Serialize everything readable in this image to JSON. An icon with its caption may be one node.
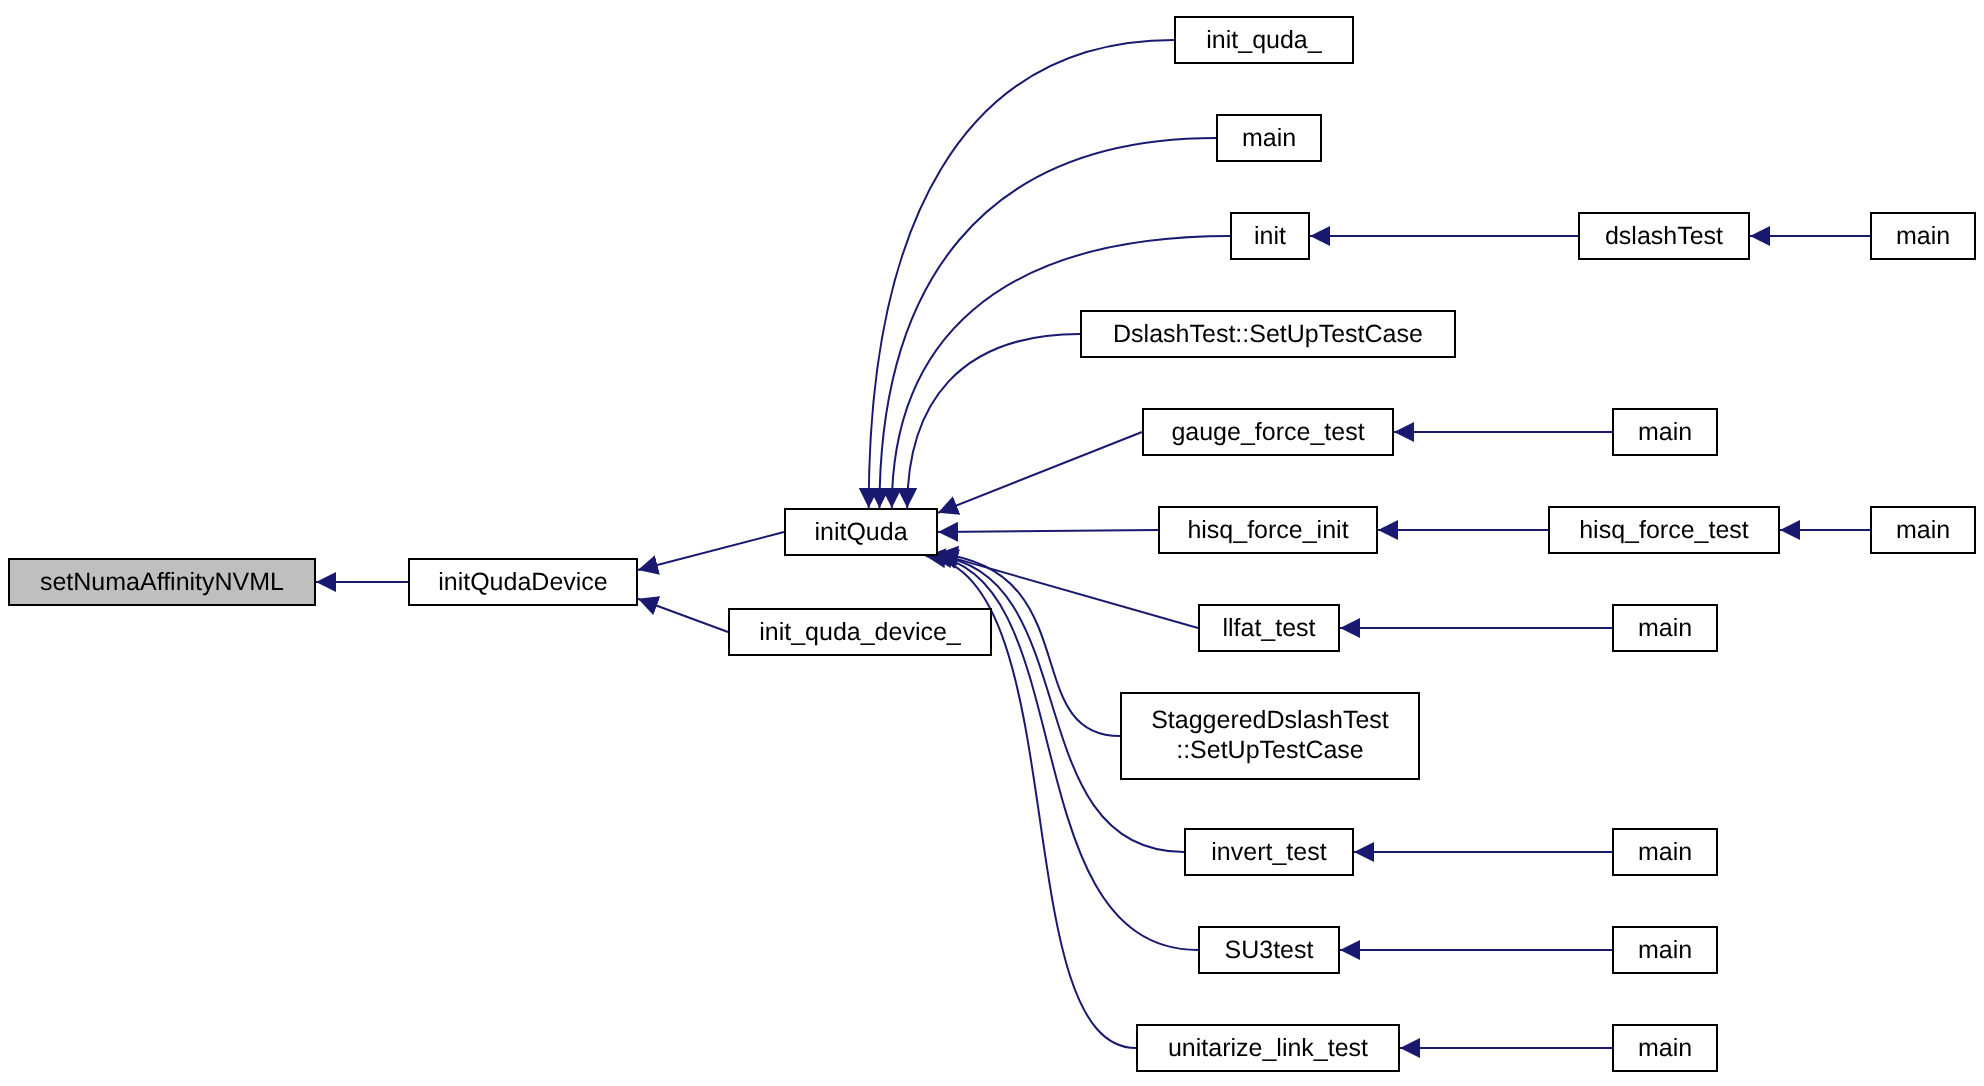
{
  "diagram": {
    "nodes": [
      {
        "text": [
          "setNumaAffinityNVML"
        ]
      },
      {
        "text": [
          "initQudaDevice"
        ]
      },
      {
        "text": [
          "initQuda"
        ]
      },
      {
        "text": [
          "init_quda_device_"
        ]
      },
      {
        "text": [
          "init_quda_"
        ]
      },
      {
        "text": [
          "main"
        ]
      },
      {
        "text": [
          "init"
        ]
      },
      {
        "text": [
          "dslashTest"
        ]
      },
      {
        "text": [
          "main"
        ]
      },
      {
        "text": [
          "DslashTest::SetUpTestCase"
        ]
      },
      {
        "text": [
          "gauge_force_test"
        ]
      },
      {
        "text": [
          "main"
        ]
      },
      {
        "text": [
          "hisq_force_init"
        ]
      },
      {
        "text": [
          "hisq_force_test"
        ]
      },
      {
        "text": [
          "main"
        ]
      },
      {
        "text": [
          "llfat_test"
        ]
      },
      {
        "text": [
          "main"
        ]
      },
      {
        "text": [
          "StaggeredDslashTest ::SetUpTestCase"
        ]
      },
      {
        "text": [
          "invert_test"
        ]
      },
      {
        "text": [
          "main"
        ]
      },
      {
        "text": [
          "SU3test"
        ]
      },
      {
        "text": [
          "main"
        ]
      },
      {
        "text": [
          "unitarize_link_test"
        ]
      },
      {
        "text": [
          "main"
        ]
      }
    ],
    "edges": [
      {
        "from": 1,
        "to": 0,
        "arrow": "to"
      },
      {
        "from": 2,
        "to": 1,
        "arrow": "to"
      },
      {
        "from": 3,
        "to": 1,
        "arrow": "to"
      },
      {
        "from": 4,
        "to": 2,
        "arrow": "to"
      },
      {
        "from": 5,
        "to": 2,
        "arrow": "to"
      },
      {
        "from": 6,
        "to": 2,
        "arrow": "to"
      },
      {
        "from": 9,
        "to": 2,
        "arrow": "to"
      },
      {
        "from": 10,
        "to": 2,
        "arrow": "to"
      },
      {
        "from": 12,
        "to": 2,
        "arrow": "to"
      },
      {
        "from": 15,
        "to": 2,
        "arrow": "to"
      },
      {
        "from": 17,
        "to": 2,
        "arrow": "to"
      },
      {
        "from": 18,
        "to": 2,
        "arrow": "to"
      },
      {
        "from": 20,
        "to": 2,
        "arrow": "to"
      },
      {
        "from": 22,
        "to": 2,
        "arrow": "to"
      },
      {
        "from": 7,
        "to": 6,
        "arrow": "to"
      },
      {
        "from": 8,
        "to": 7,
        "arrow": "to"
      },
      {
        "from": 11,
        "to": 10,
        "arrow": "to"
      },
      {
        "from": 13,
        "to": 12,
        "arrow": "to"
      },
      {
        "from": 14,
        "to": 13,
        "arrow": "to"
      },
      {
        "from": 16,
        "to": 15,
        "arrow": "to"
      },
      {
        "from": 19,
        "to": 18,
        "arrow": "to"
      },
      {
        "from": 21,
        "to": 20,
        "arrow": "to"
      },
      {
        "from": 23,
        "to": 22,
        "arrow": "to"
      }
    ]
  }
}
